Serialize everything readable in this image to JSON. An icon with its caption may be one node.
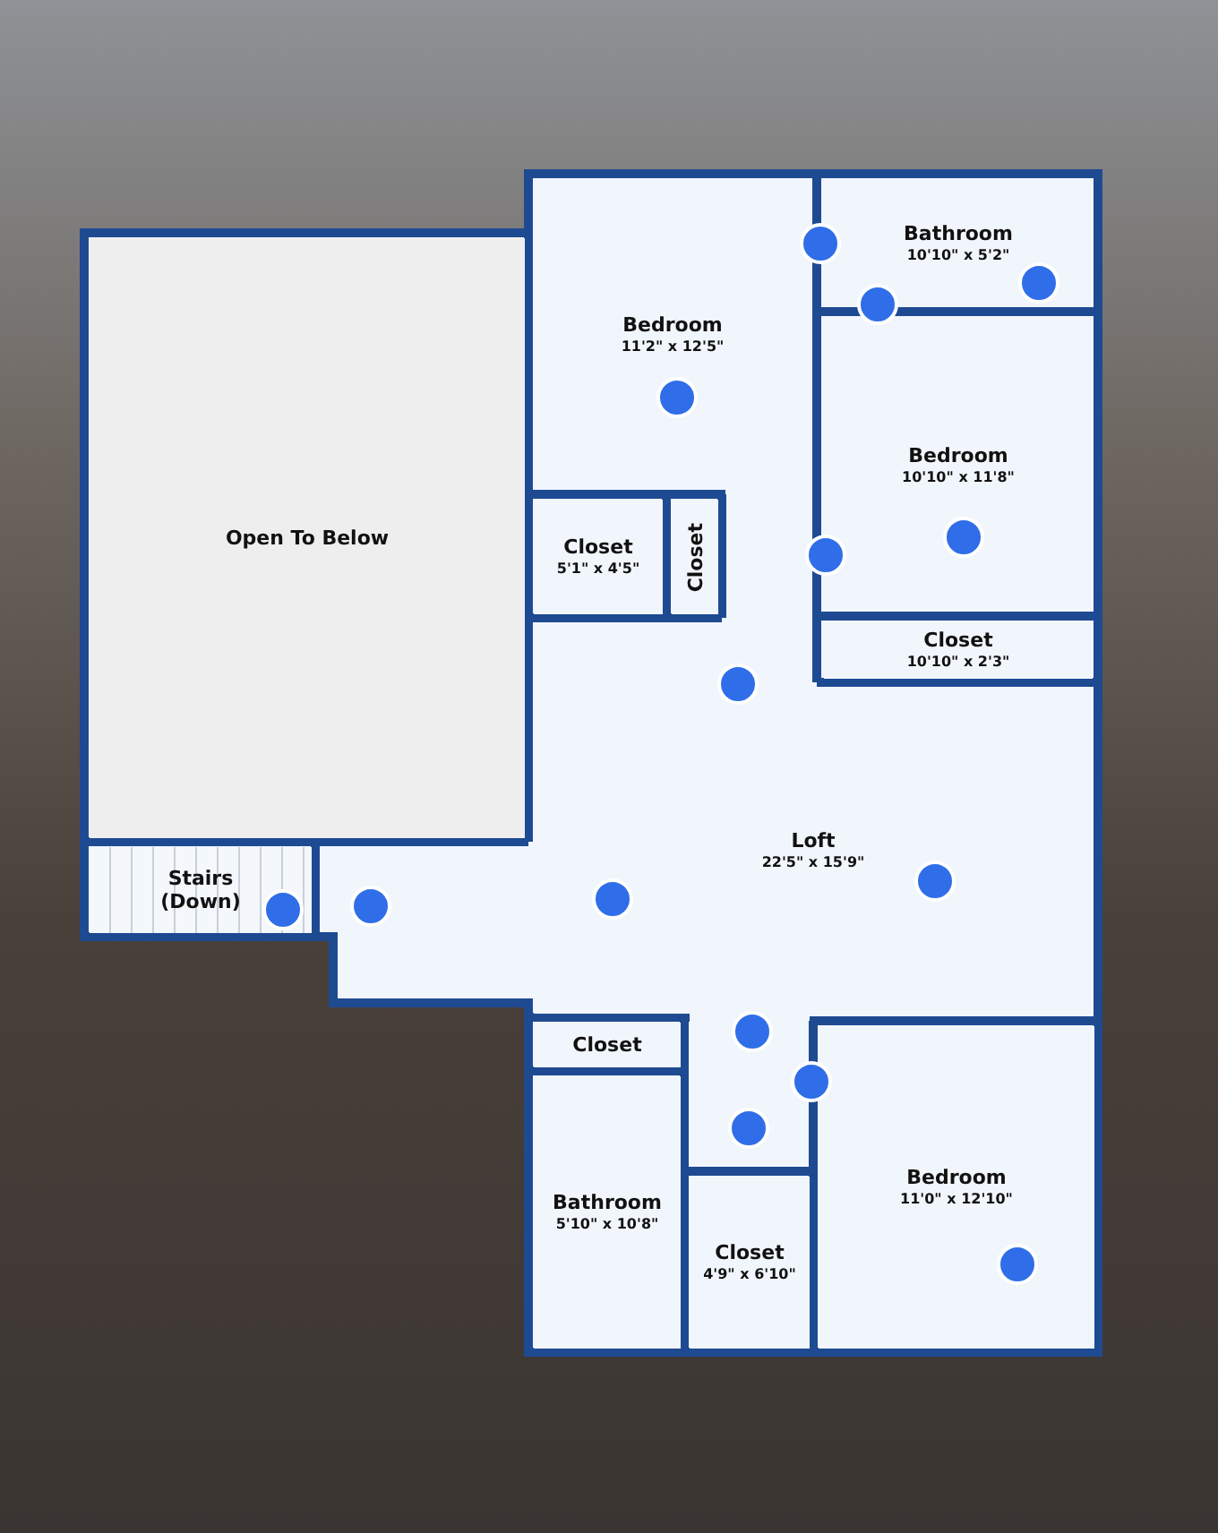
{
  "diagram": {
    "nodes": [
      {
        "text": [
          "Bedroom",
          "11'2\" x 12'5\""
        ]
      },
      {
        "text": [
          "Bathroom",
          "10'10\" x 5'2\""
        ]
      },
      {
        "text": [
          "Bedroom",
          "10'10\" x 11'8\""
        ]
      },
      {
        "text": [
          "Open To Below"
        ]
      },
      {
        "text": [
          "Closet",
          "5'1\" x 4'5\""
        ]
      },
      {
        "text": [
          "Closet"
        ]
      },
      {
        "text": [
          "Closet",
          "10'10\" x 2'3\""
        ]
      },
      {
        "text": [
          "Loft",
          "22'5\" x 15'9\""
        ]
      },
      {
        "text": [
          "Stairs (Down)"
        ]
      },
      {
        "text": [
          "Closet"
        ]
      },
      {
        "text": [
          "Bathroom",
          "5'10\" x 10'8\""
        ]
      },
      {
        "text": [
          "Closet",
          "4'9\" x 6'10\""
        ]
      },
      {
        "text": [
          "Bedroom",
          "11'0\" x 12'10\""
        ]
      }
    ]
  }
}
